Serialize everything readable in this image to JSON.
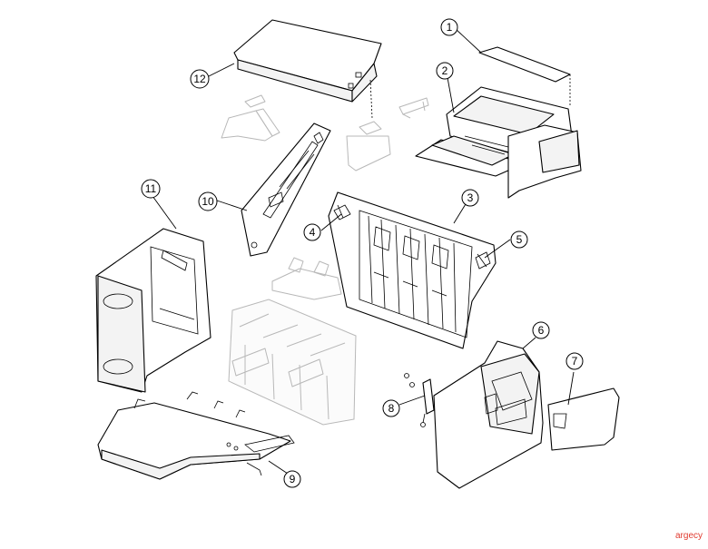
{
  "callouts": [
    "1",
    "2",
    "3",
    "4",
    "5",
    "6",
    "7",
    "8",
    "9",
    "10",
    "11",
    "12"
  ],
  "watermark": "argecy",
  "colors": {
    "watermark": "#e03a2f",
    "line": "#000000",
    "ghost": "#b8b8b8"
  }
}
